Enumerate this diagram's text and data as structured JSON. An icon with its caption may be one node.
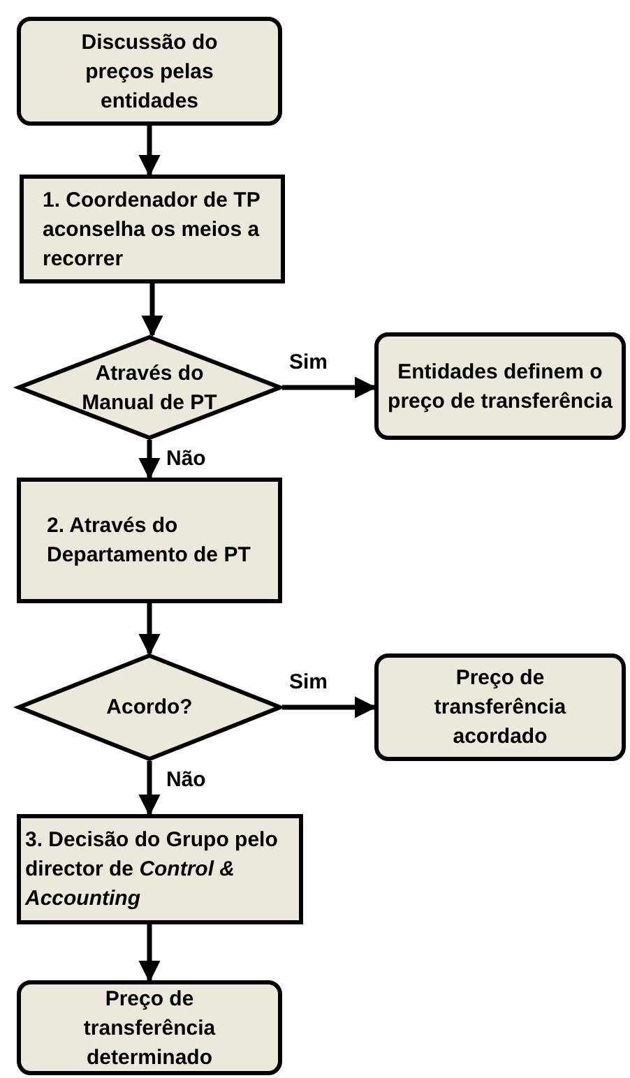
{
  "diagram": {
    "nodes": [
      {
        "text": [
          "Discussão do preços pelas entidades"
        ]
      },
      {
        "text": [
          "1. Coordenador de TP aconselha os meios a recorrer"
        ]
      },
      {
        "text": [
          "Através do Manual de PT"
        ]
      },
      {
        "text": [
          "Entidades definem o preço de transferência"
        ]
      },
      {
        "text": [
          "2. Através do Departamento de PT"
        ]
      },
      {
        "text": [
          "Acordo?"
        ]
      },
      {
        "text": [
          "Preço de transferência acordado"
        ]
      },
      {
        "text": [
          "3. Decisão do Grupo pelo director de *Control & Accounting*"
        ]
      },
      {
        "text": [
          "Preço de transferência determinado"
        ]
      }
    ],
    "edges": [
      {
        "from": 0,
        "to": 1,
        "arrow": "to"
      },
      {
        "from": 1,
        "to": 2,
        "arrow": "to"
      },
      {
        "from": 2,
        "to": 3,
        "arrow": "to",
        "label": "Sim"
      },
      {
        "from": 2,
        "to": 4,
        "arrow": "to",
        "label": "Não"
      },
      {
        "from": 4,
        "to": 5,
        "arrow": "to"
      },
      {
        "from": 5,
        "to": 6,
        "arrow": "to",
        "label": "Sim"
      },
      {
        "from": 5,
        "to": 7,
        "arrow": "to",
        "label": "Não"
      },
      {
        "from": 7,
        "to": 8,
        "arrow": "to"
      }
    ]
  }
}
